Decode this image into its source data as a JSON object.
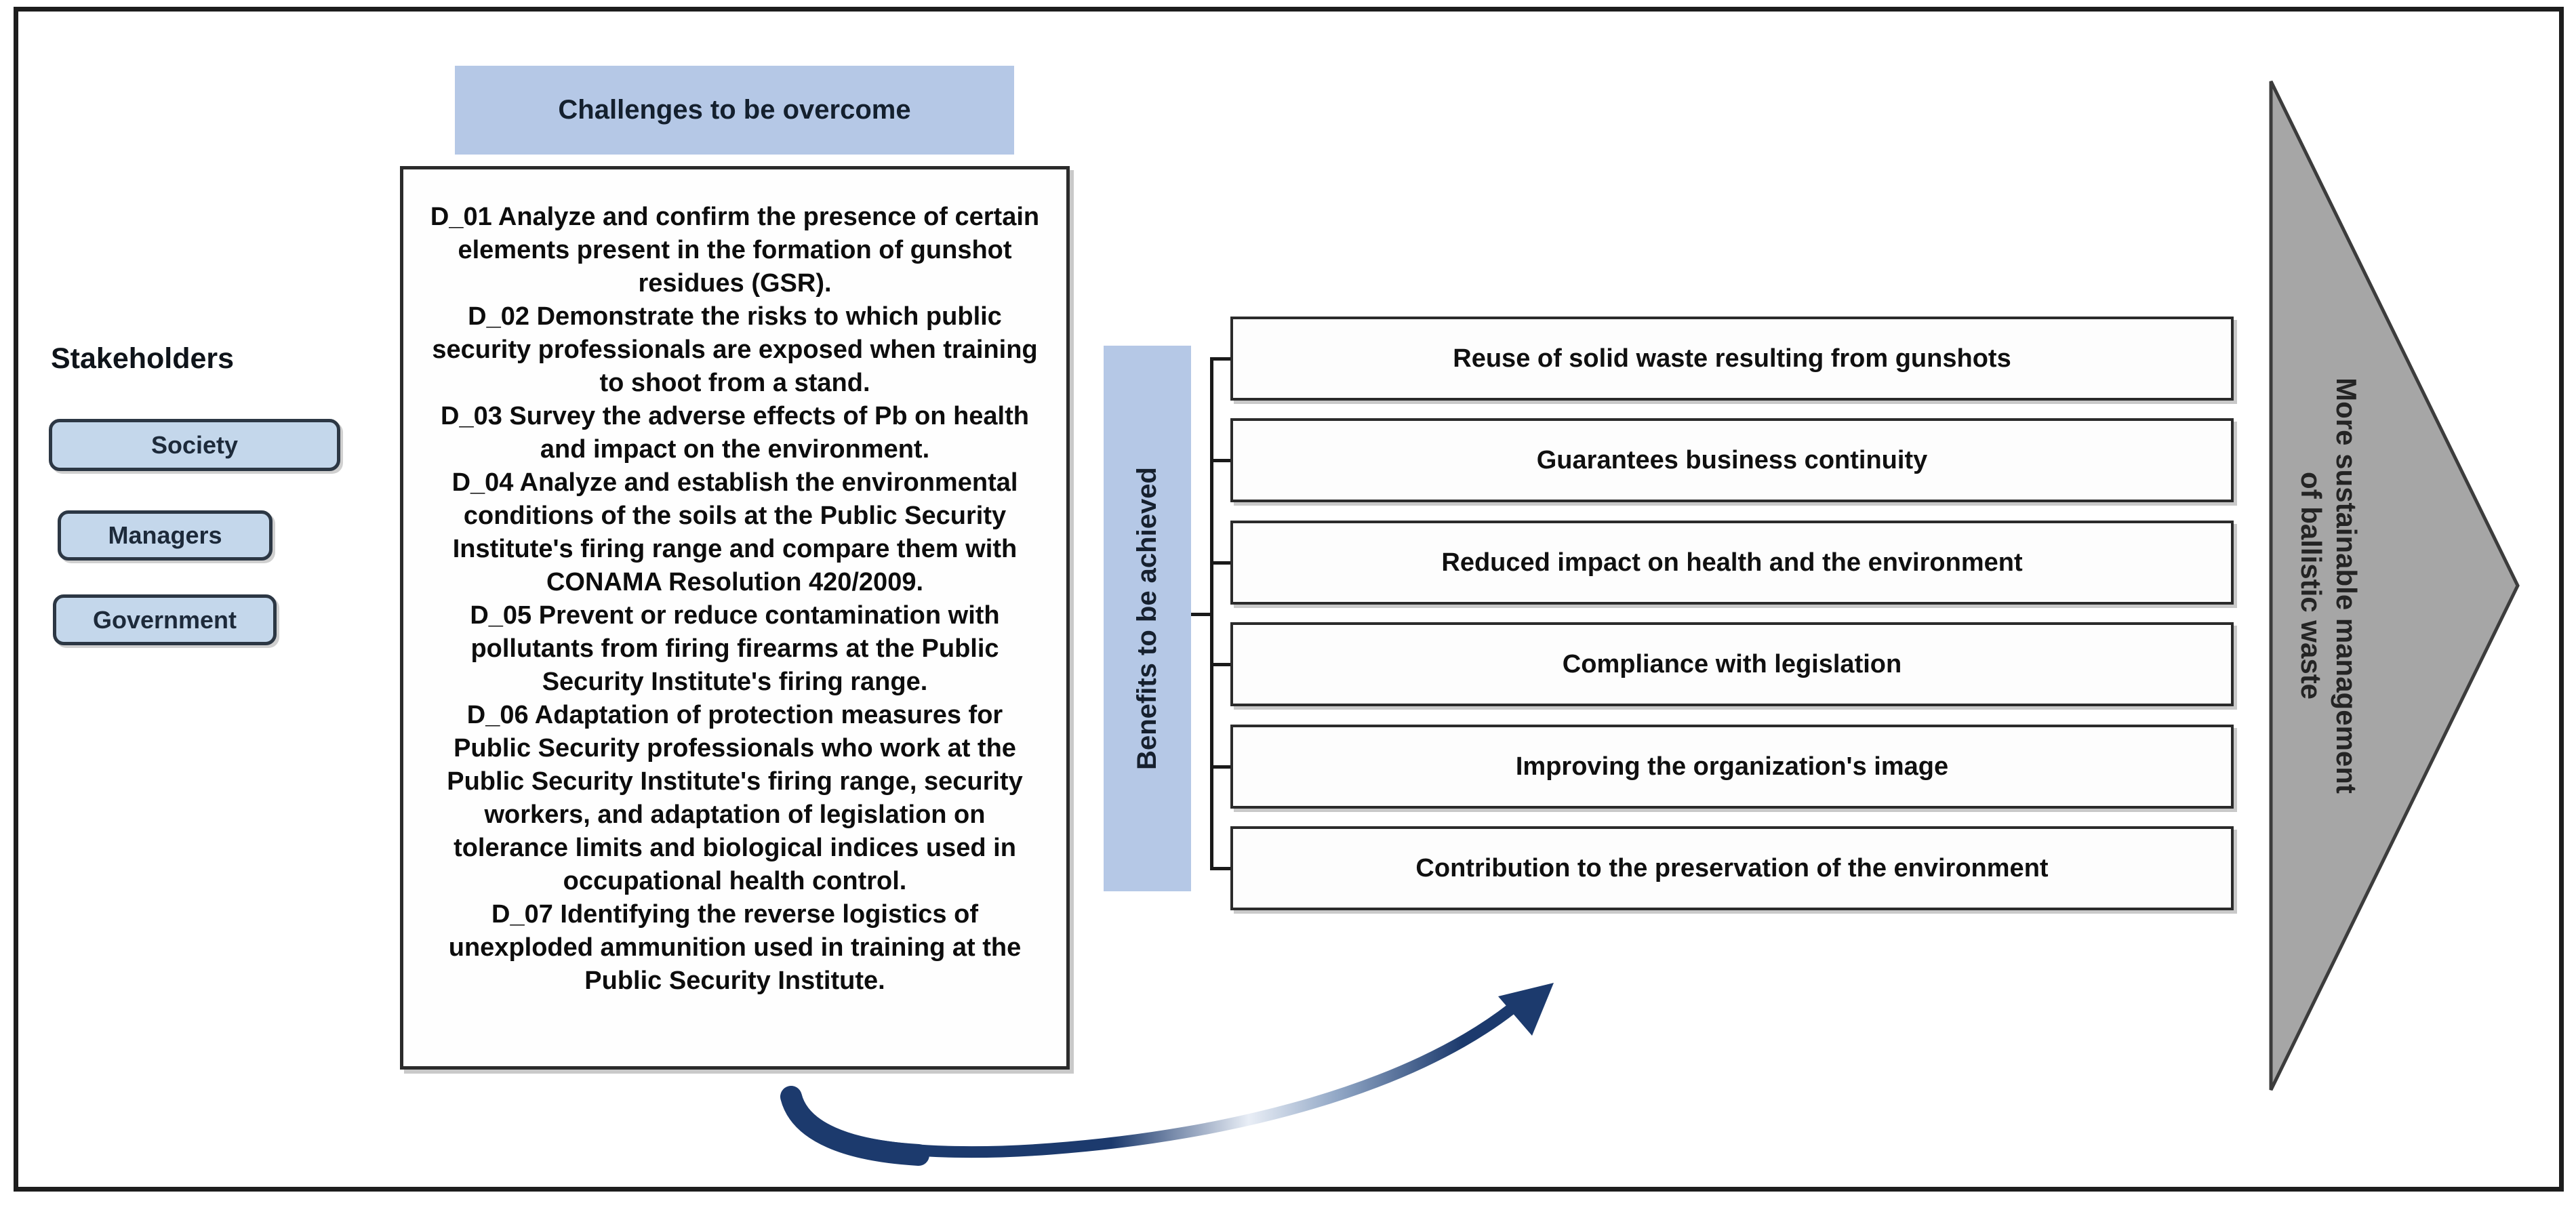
{
  "colors": {
    "accent_blue": "#b5c8e6",
    "button_blue": "#c4d7eb",
    "button_border": "#2c3744",
    "box_border": "#2b2b2b",
    "arrow_navy": "#1c3a6d",
    "arrow_fade": "#e9eef6",
    "triangle_gray": "#a6a6a6",
    "triangle_border": "#3c3c3c",
    "frame_border": "#1d1d1d"
  },
  "stakeholders": {
    "title": "Stakeholders",
    "items": [
      "Society",
      "Managers",
      "Government"
    ]
  },
  "challenges": {
    "title": "Challenges to be overcome",
    "items": [
      "D_01 Analyze and confirm the presence of certain elements present in the formation of gunshot residues (GSR).",
      "D_02 Demonstrate the risks to which public security professionals are exposed when training to shoot from a stand.",
      "D_03 Survey the adverse effects of Pb on health and impact on the environment.",
      "D_04 Analyze and establish the environmental conditions of the soils at the Public Security Institute's firing range and compare them with CONAMA Resolution 420/2009.",
      "D_05 Prevent or reduce contamination with pollutants from firing firearms at the Public Security Institute's firing range.",
      "D_06 Adaptation of protection measures for Public Security professionals who work at the Public Security Institute's firing range, security workers, and adaptation of legislation on tolerance limits and biological indices used in occupational health control.",
      "D_07 Identifying the reverse logistics of unexploded ammunition used in training at the Public Security Institute."
    ]
  },
  "benefits": {
    "label": "Benefits to be achieved",
    "items": [
      "Reuse of solid waste resulting from gunshots",
      "Guarantees business continuity",
      "Reduced impact on health and the environment",
      "Compliance with legislation",
      "Improving the organization's image",
      "Contribution to the preservation of the environment"
    ]
  },
  "outcome_arrow": {
    "line1": "More sustainable management",
    "line2": "of ballistic waste"
  }
}
